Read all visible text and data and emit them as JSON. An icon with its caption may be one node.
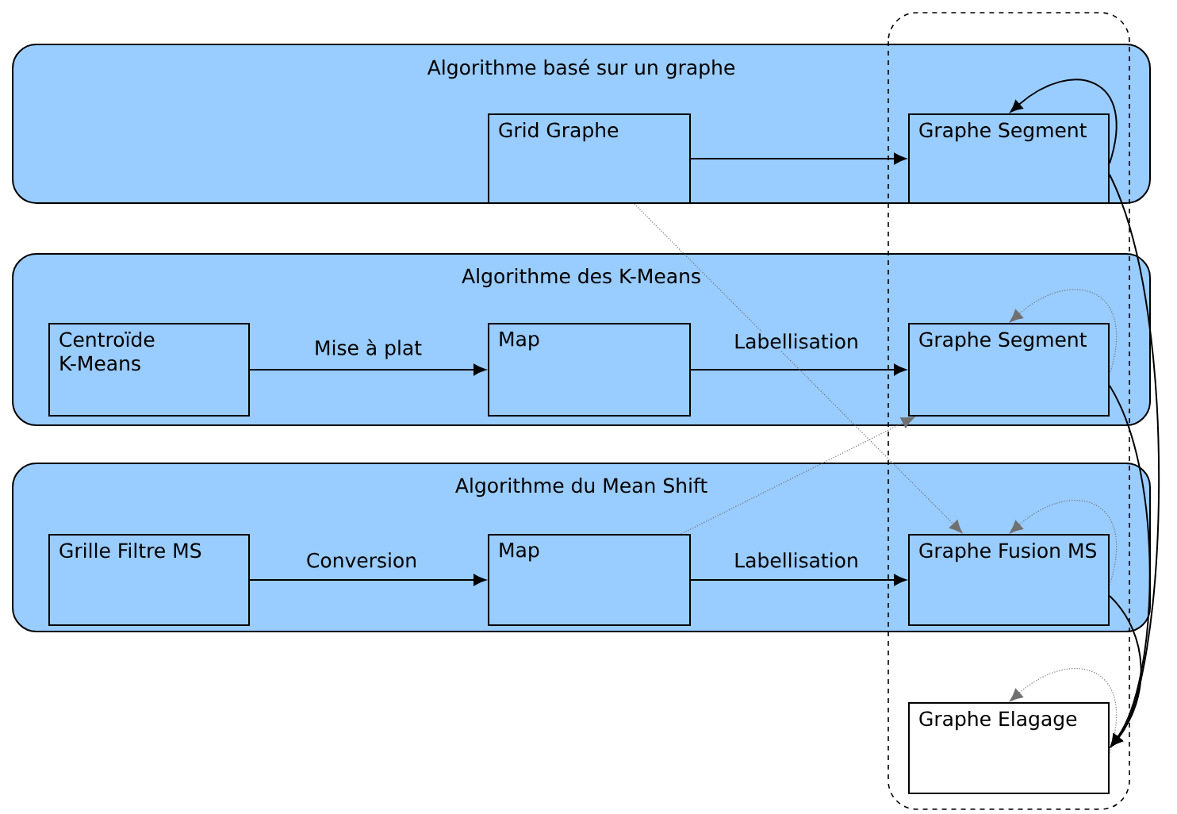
{
  "diagram": {
    "nodes": [
      {
        "text": [
          "Algorithme basé sur un graphe"
        ]
      },
      {
        "text": [
          "Grid Graphe"
        ],
        "in": 0
      },
      {
        "text": [
          "Graphe Segment"
        ],
        "in": 0
      },
      {
        "text": [
          "Algorithme des K-Means"
        ]
      },
      {
        "text": [
          "Centroïde K-Means"
        ],
        "in": 3
      },
      {
        "text": [
          "Map"
        ],
        "in": 3
      },
      {
        "text": [
          "Graphe Segment"
        ],
        "in": 3
      },
      {
        "text": [
          "Algorithme du Mean Shift"
        ]
      },
      {
        "text": [
          "Grille Filtre MS"
        ],
        "in": 7
      },
      {
        "text": [
          "Map"
        ],
        "in": 7
      },
      {
        "text": [
          "Graphe Fusion MS"
        ],
        "in": 7
      },
      {
        "text": [
          "Graphe Elagage"
        ]
      }
    ],
    "edges": [
      {
        "from": 1,
        "to": 2,
        "arrow": "to"
      },
      {
        "from": 2,
        "to": 2,
        "arrow": "to"
      },
      {
        "from": 4,
        "to": 5,
        "arrow": "to",
        "label": "Mise à plat"
      },
      {
        "from": 5,
        "to": 6,
        "arrow": "to",
        "label": "Labellisation"
      },
      {
        "from": 6,
        "to": 6,
        "arrow": "to",
        "style": "dashed",
        "color": "#707070"
      },
      {
        "from": 8,
        "to": 9,
        "arrow": "to",
        "label": "Conversion"
      },
      {
        "from": 9,
        "to": 10,
        "arrow": "to",
        "label": "Labellisation"
      },
      {
        "from": 10,
        "to": 10,
        "arrow": "to",
        "style": "dashed",
        "color": "#707070"
      },
      {
        "from": 11,
        "to": 11,
        "arrow": "to",
        "style": "dashed",
        "color": "#707070"
      },
      {
        "from": 1,
        "to": 10,
        "arrow": "to",
        "style": "dashed",
        "color": "#707070"
      },
      {
        "from": 9,
        "to": 6,
        "arrow": "to",
        "style": "dashed",
        "color": "#707070"
      },
      {
        "from": 2,
        "to": 11,
        "arrow": "to"
      },
      {
        "from": 6,
        "to": 11,
        "arrow": "to"
      },
      {
        "from": 10,
        "to": 11,
        "arrow": "to"
      }
    ]
  }
}
